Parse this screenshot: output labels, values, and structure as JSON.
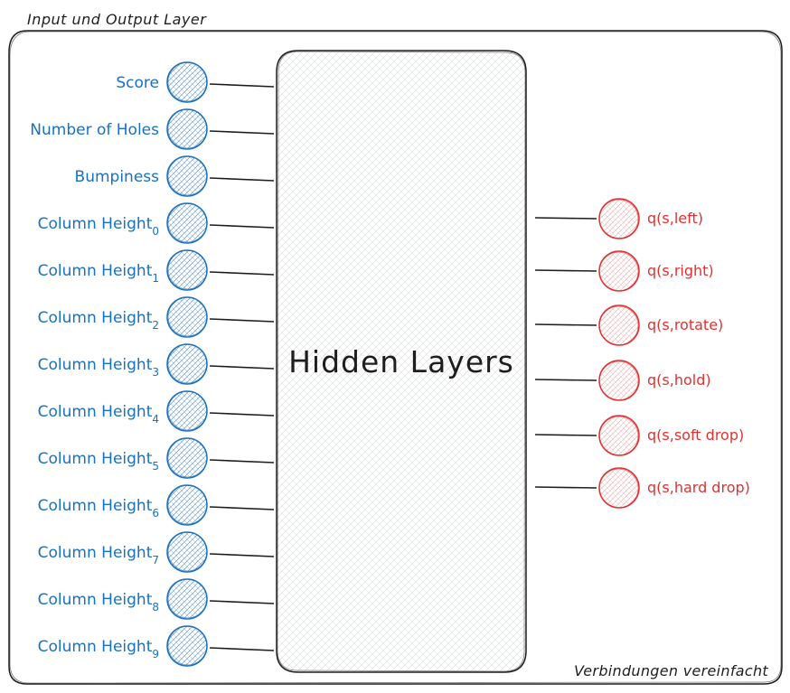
{
  "title": "Input und Output Layer",
  "footer_note": "Verbindungen vereinfacht",
  "hidden_layer": {
    "label": "Hidden Layers",
    "fill": "#e9ecef",
    "stroke": "#1e1e1e"
  },
  "colors": {
    "input_stroke": "#1971c2",
    "input_fill": "#a5d8ff",
    "output_stroke": "#e03131",
    "output_fill": "#ffc9c9",
    "line": "#1e1e1e",
    "frame": "#1e1e1e"
  },
  "inputs": [
    {
      "label": "Score",
      "sub": ""
    },
    {
      "label": "Number of Holes",
      "sub": ""
    },
    {
      "label": "Bumpiness",
      "sub": ""
    },
    {
      "label": "Column Height",
      "sub": "0"
    },
    {
      "label": "Column Height",
      "sub": "1"
    },
    {
      "label": "Column Height",
      "sub": "2"
    },
    {
      "label": "Column Height",
      "sub": "3"
    },
    {
      "label": "Column Height",
      "sub": "4"
    },
    {
      "label": "Column Height",
      "sub": "5"
    },
    {
      "label": "Column Height",
      "sub": "6"
    },
    {
      "label": "Column Height",
      "sub": "7"
    },
    {
      "label": "Column Height",
      "sub": "8"
    },
    {
      "label": "Column Height",
      "sub": "9"
    }
  ],
  "outputs": [
    {
      "label": "q(s,left)"
    },
    {
      "label": "q(s,right)"
    },
    {
      "label": "q(s,rotate)"
    },
    {
      "label": "q(s,hold)"
    },
    {
      "label": "q(s,soft drop)"
    },
    {
      "label": "q(s,hard drop)"
    }
  ]
}
